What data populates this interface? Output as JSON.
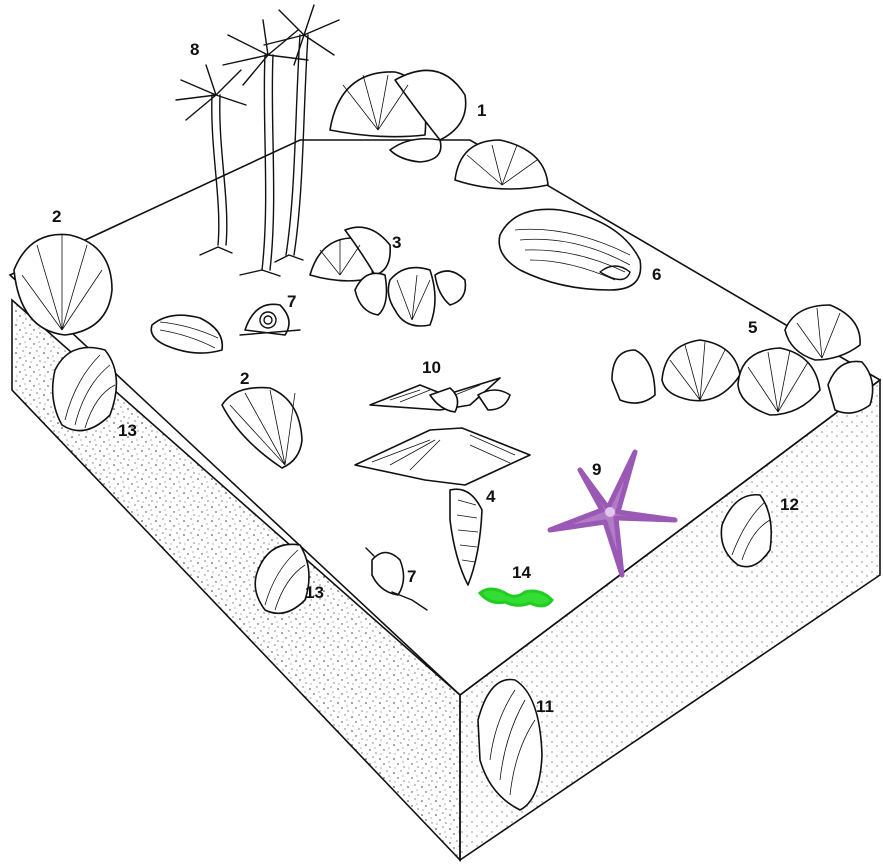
{
  "labels": {
    "n1": "1",
    "n2a": "2",
    "n2b": "2",
    "n3": "3",
    "n4": "4",
    "n5": "5",
    "n6": "6",
    "n7a": "7",
    "n7b": "7",
    "n8": "8",
    "n9": "9",
    "n10": "10",
    "n11": "11",
    "n12": "12",
    "n13a": "13",
    "n13b": "13",
    "n14": "14"
  },
  "colors": {
    "ink": "#111111",
    "starfish": "#9b59b6",
    "worm": "#22cc22",
    "paper": "#ffffff"
  },
  "icons": {
    "palm": "tree-icon",
    "shell": "shell-icon",
    "starfish": "starfish-icon",
    "snail": "snail-icon",
    "worm": "worm-icon"
  }
}
